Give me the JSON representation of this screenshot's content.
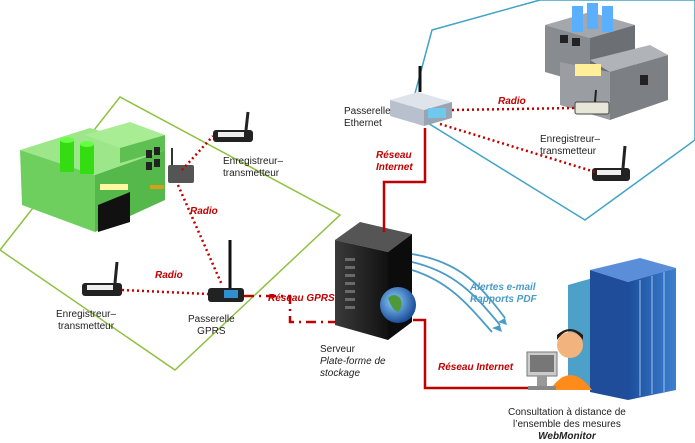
{
  "labels": {
    "logger_top_left": [
      "Enregistreur–",
      "transmetteur"
    ],
    "logger_bottom_left": [
      "Enregistreur–",
      "transmetteur"
    ],
    "logger_right": [
      "Enregistreur–",
      "transmetteur"
    ],
    "gateway_gprs": [
      "Passerelle",
      "GPRS"
    ],
    "gateway_ethernet": [
      "Passerelle",
      "Ethernet"
    ],
    "server": {
      "title": "Serveur",
      "subtitle": [
        "Plate-forme de",
        "stockage"
      ]
    },
    "consultation": [
      "Consultation à distance de",
      "l’ensemble des mesures",
      "WebMonitor"
    ]
  },
  "links": {
    "radio_left_vertical": "Radio",
    "radio_left_horizontal": "Radio",
    "radio_right": "Radio",
    "gprs_network": "Réseau GPRS",
    "internet_top": [
      "Réseau",
      "Internet"
    ],
    "internet_bottom": "Réseau Internet",
    "alerts": [
      "Alertes e-mail",
      "Rapports PDF"
    ]
  },
  "colors": {
    "zone_left": "#8fc13f",
    "zone_right": "#3fa3c6",
    "link_red": "#c00000",
    "alert_blue": "#4a9cc6"
  }
}
